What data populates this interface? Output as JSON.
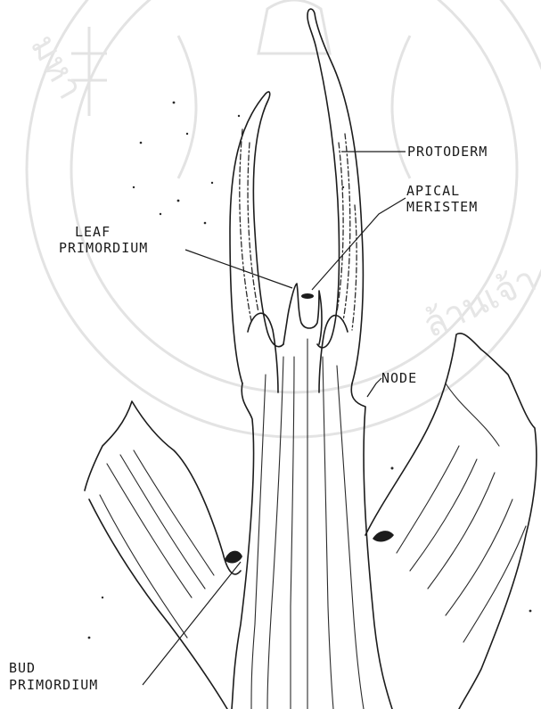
{
  "labels": {
    "protoderm": "PROTODERM",
    "apical_1": "APICAL",
    "apical_2": "MERISTEM",
    "leaf_1": "LEAF",
    "leaf_2": "PRIMORDIUM",
    "node": "NODE",
    "bud_1": "BUD",
    "bud_2": "PRIMORDIUM"
  },
  "colors": {
    "ink": "#1c1c1c",
    "watermark": "#e3e3e3",
    "background": "#ffffff"
  }
}
